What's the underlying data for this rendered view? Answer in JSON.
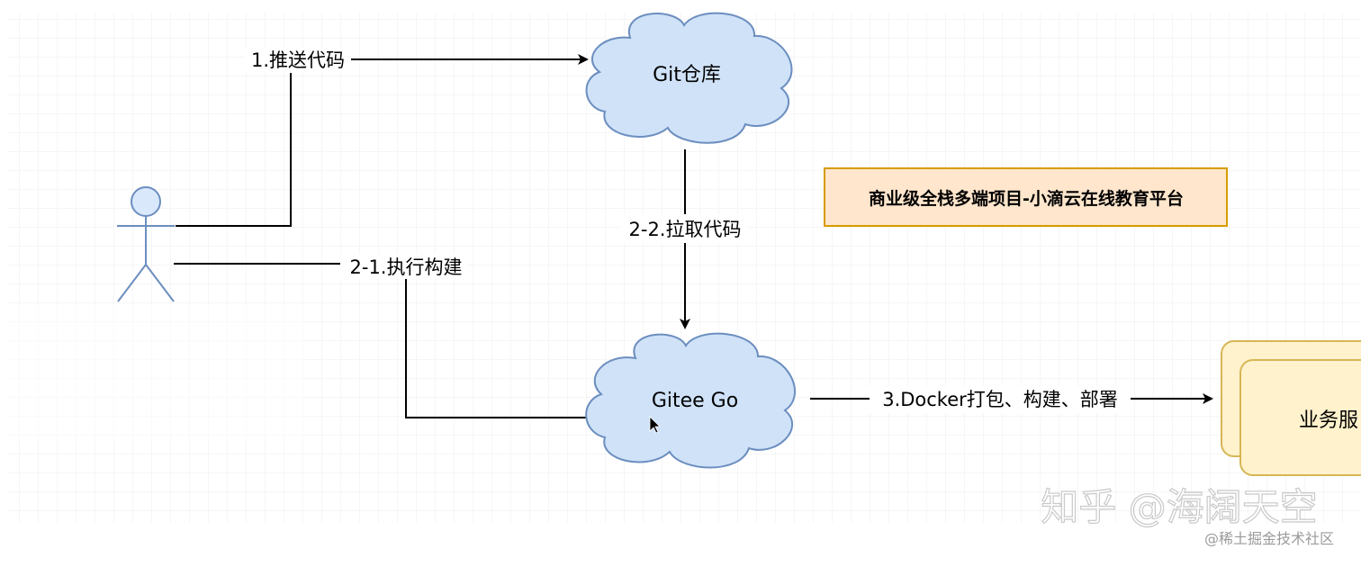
{
  "diagram": {
    "nodes": {
      "git_repo": {
        "label": "Git仓库",
        "shape": "cloud",
        "fill": "#cfe2f8",
        "stroke": "#6c8ebf"
      },
      "gitee_go": {
        "label": "Gitee Go",
        "shape": "cloud",
        "fill": "#cfe2f8",
        "stroke": "#6c8ebf"
      },
      "business_service": {
        "label": "业务服",
        "shape": "stacked-rect",
        "fill": "#fff2cc",
        "stroke": "#d6b656"
      },
      "developer": {
        "shape": "actor",
        "fill": "#dae8fc",
        "stroke": "#6c8ebf"
      },
      "title_box": {
        "label": "商业级全栈多端项目-小滴云在线教育平台",
        "fill": "#ffe6cc",
        "stroke": "#d79b00"
      }
    },
    "edges": {
      "push_code": {
        "label": "1.推送代码"
      },
      "pull_code": {
        "label": "2-2.拉取代码"
      },
      "run_build": {
        "label": "2-1.执行构建"
      },
      "docker_deploy": {
        "label": "3.Docker打包、构建、部署"
      }
    }
  },
  "watermark": {
    "main": "知乎 @海阔天空",
    "sub": "@稀土掘金技术社区"
  },
  "colors": {
    "grid": "#e6e6e6",
    "edge": "#000000"
  }
}
